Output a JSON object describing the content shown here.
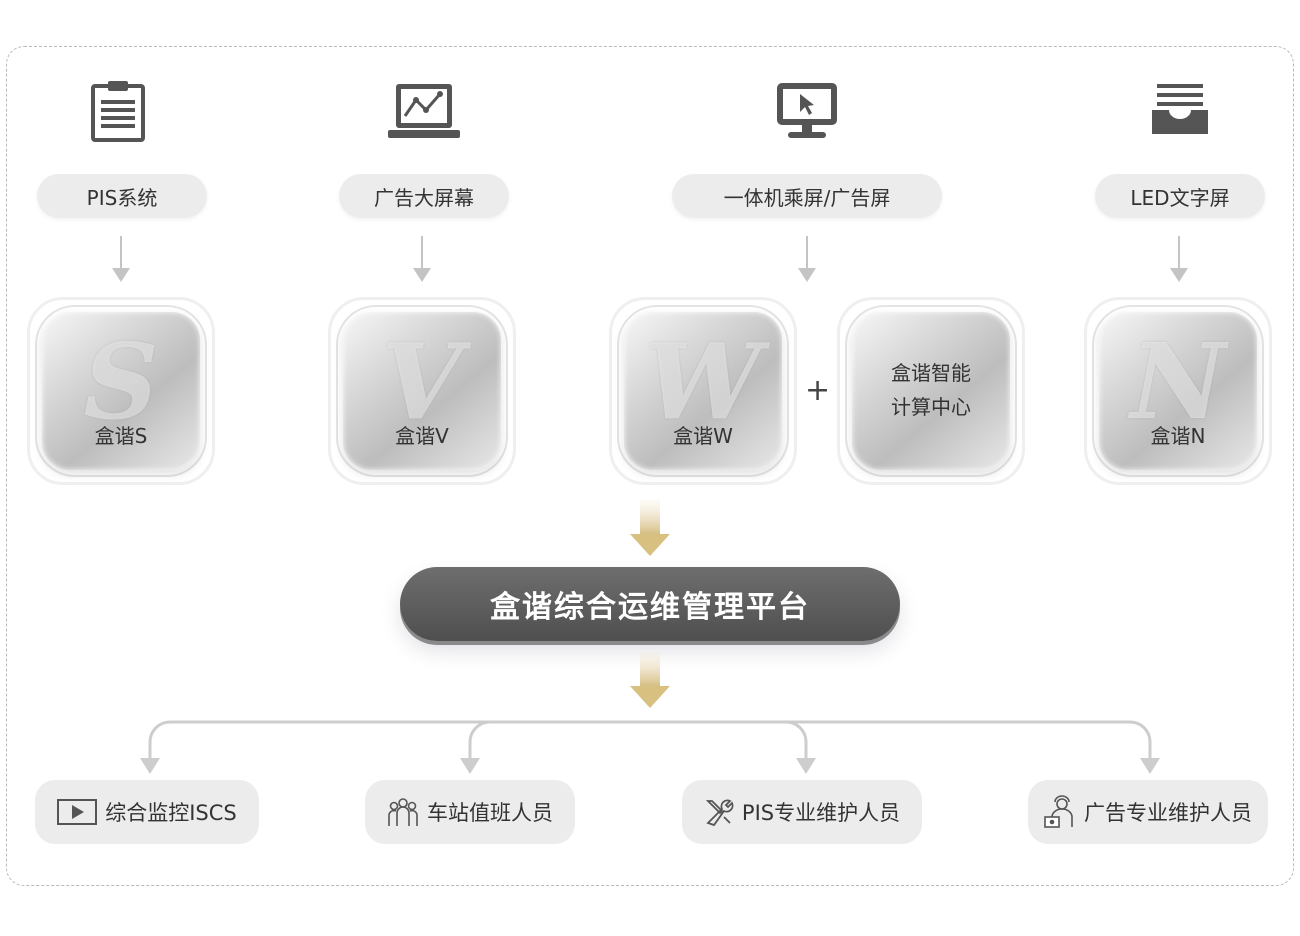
{
  "sources": [
    {
      "label": "PIS系统",
      "icon": "clipboard-icon"
    },
    {
      "label": "广告大屏幕",
      "icon": "laptop-chart-icon"
    },
    {
      "label": "一体机乘屏/广告屏",
      "icon": "monitor-cursor-icon"
    },
    {
      "label": "LED文字屏",
      "icon": "inbox-tray-icon"
    }
  ],
  "tiles": [
    {
      "letter": "S",
      "label": "盒谐S"
    },
    {
      "letter": "V",
      "label": "盒谐V"
    },
    {
      "letter": "W",
      "label": "盒谐W"
    },
    {
      "line1": "盒谐智能",
      "line2": "计算中心"
    },
    {
      "letter": "N",
      "label": "盒谐N"
    }
  ],
  "plus": "+",
  "platform": "盒谐综合运维管理平台",
  "targets": [
    {
      "label": "综合监控ISCS",
      "icon": "video-play-icon"
    },
    {
      "label": "车站值班人员",
      "icon": "group-people-icon"
    },
    {
      "label": "PIS专业维护人员",
      "icon": "tools-icon"
    },
    {
      "label": "广告专业维护人员",
      "icon": "engineer-laptop-icon"
    }
  ],
  "colors": {
    "gold": "#d9c38a",
    "platform": "#5a5a5a",
    "pill": "#ececec"
  }
}
